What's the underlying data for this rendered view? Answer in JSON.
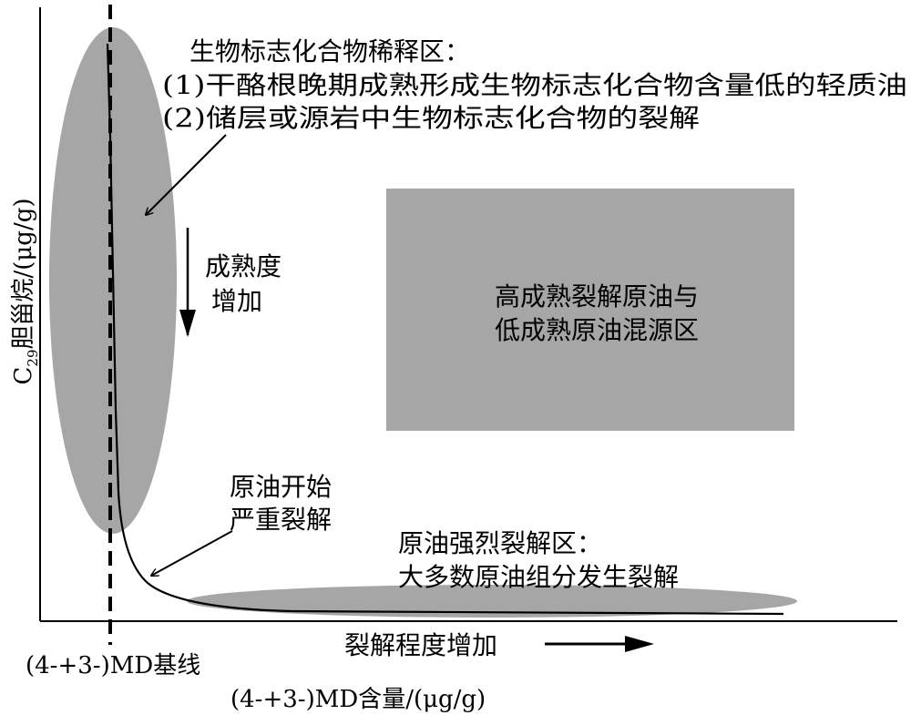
{
  "diagram": {
    "ylabel": {
      "prefix": "C",
      "subscript": "29",
      "suffix": "胆甾烷/(μg/g)"
    },
    "xlabel": "(4-+3-)MD含量/(μg/g)",
    "baseline_label": "(4-+3-)MD基线",
    "cracking_increase_label": "裂解程度增加",
    "dilution_zone": {
      "title": "生物标志化合物稀释区：",
      "item1": "(1)干酪根晚期成熟形成生物标志化合物含量低的轻质油",
      "item2": "(2)储层或源岩中生物标志化合物的裂解"
    },
    "maturity_label": {
      "line1": "成熟度",
      "line2": "增加"
    },
    "mixed_zone": {
      "line1": "高成熟裂解原油与",
      "line2": "低成熟原油混源区"
    },
    "severe_cracking": {
      "line1": "原油开始",
      "line2": "严重裂解"
    },
    "strong_cracking_zone": {
      "line1": "原油强烈裂解区：",
      "line2": "大多数原油组分发生裂解"
    },
    "colors": {
      "zone_fill": "#a6a6a6",
      "line": "#000000"
    }
  }
}
